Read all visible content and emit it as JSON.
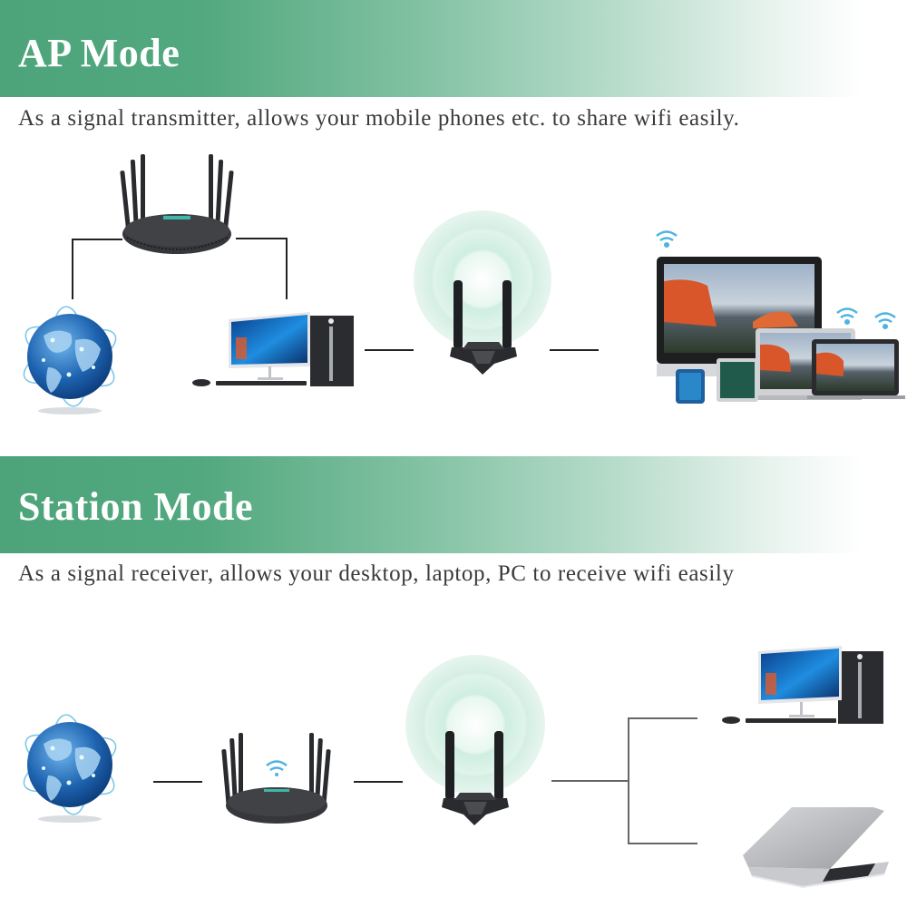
{
  "ap_mode": {
    "title": "AP Mode",
    "description": "As a signal transmitter, allows your mobile phones etc. to share wifi easily.",
    "diagram": {
      "nodes": [
        "internet-globe",
        "router",
        "desktop-pc",
        "usb-wifi-adapter",
        "wireless-devices"
      ],
      "devices": [
        "iMac",
        "iPhone",
        "iPad",
        "MacBook Air",
        "MacBook"
      ]
    }
  },
  "station_mode": {
    "title": "Station Mode",
    "description": "As a signal receiver, allows your desktop, laptop, PC to receive wifi easily",
    "diagram": {
      "nodes": [
        "internet-globe",
        "router",
        "usb-wifi-adapter",
        "desktop-pc",
        "laptop"
      ]
    }
  },
  "colors": {
    "banner_start": "#4ea47a",
    "banner_end": "#ffffff",
    "wifi_icon": "#4fb3e0",
    "signal_glow": "#bfe6d6"
  }
}
